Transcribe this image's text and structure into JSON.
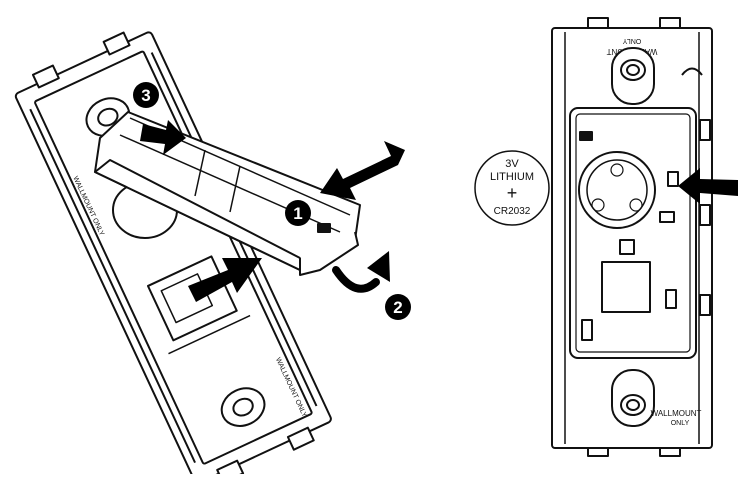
{
  "steps": {
    "step1": "1",
    "step2": "2",
    "step3": "3"
  },
  "battery": {
    "voltage": "3V",
    "chemistry": "LITHIUM",
    "polarity": "+",
    "model": "CR2032"
  },
  "housing_labels": {
    "top_label_line1": "WALLMOUNT",
    "top_label_line2": "ONLY",
    "bottom_label_line1": "WALLMOUNT",
    "bottom_label_line2": "ONLY",
    "left_top_label": "WALLMOUNT ONLY",
    "left_bottom_label": "WALLMOUNT ONLY"
  },
  "colors": {
    "line": "#111111",
    "fill": "#ffffff",
    "arrow": "#000000",
    "badge": "#000000",
    "badge_text": "#ffffff"
  }
}
